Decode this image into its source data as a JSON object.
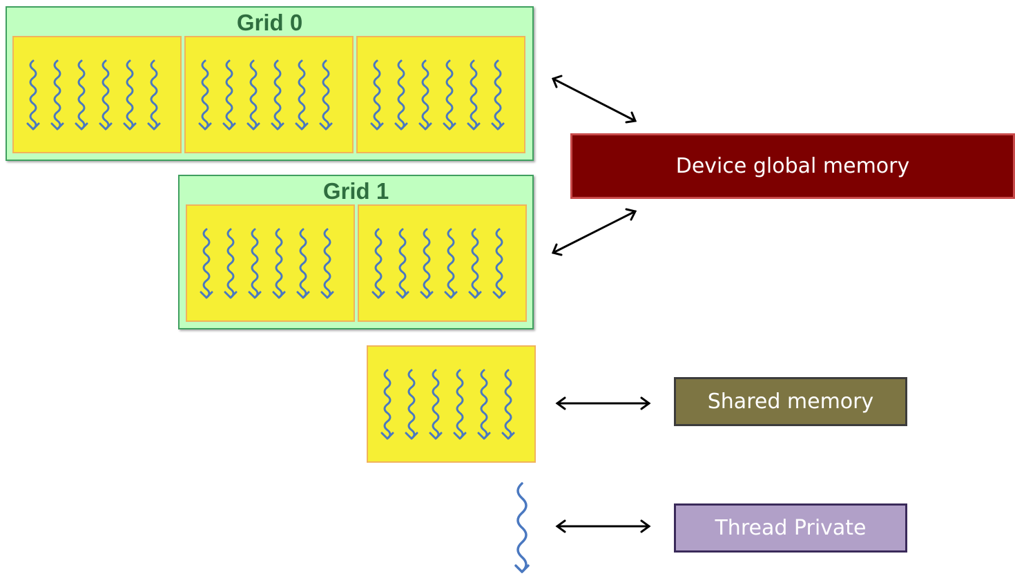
{
  "grids": [
    {
      "title": "Grid 0"
    },
    {
      "title": "Grid 1"
    }
  ],
  "memories": {
    "global": "Device global memory",
    "shared": "Shared memory",
    "private": "Thread Private"
  },
  "colors": {
    "grid_fill": "#c0ffc0",
    "grid_border": "#3f9f5f",
    "grid_title": "#2f6e3f",
    "block_fill": "#f6ef34",
    "block_border": "#f1b35b",
    "thread": "#4a78c0",
    "global_memory": "#7d0000",
    "shared_memory": "#7d7543",
    "private_memory": "#b1a0c8"
  },
  "icons": {
    "thread": "wavy-down-arrow",
    "link": "double-headed-arrow"
  }
}
